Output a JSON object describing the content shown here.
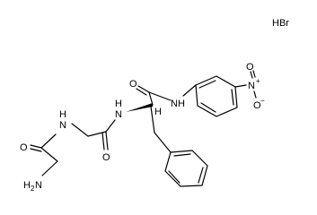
{
  "labels": {
    "salt": "HBr",
    "amine_h": "H",
    "amine_n": "N",
    "amine_sub": "2",
    "o1": "O",
    "nh1_n": "N",
    "nh1_h": "H",
    "o2": "O",
    "nh2_n": "N",
    "nh2_h": "H",
    "stereo_h": "H",
    "o3": "O",
    "nh3_n": "N",
    "nh3_h": "H",
    "nitro_n": "N",
    "nitro_plus": "+",
    "nitro_o_top": "O",
    "nitro_o_bottom": "O",
    "nitro_minus": "−"
  }
}
